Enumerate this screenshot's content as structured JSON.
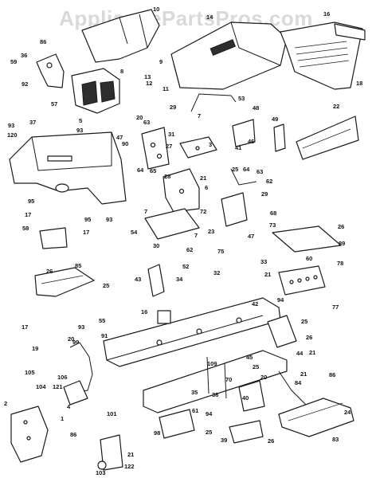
{
  "watermark": "AppliancePartsPros.com",
  "colors": {
    "ink": "#1b1b1b",
    "paper": "#ffffff",
    "watermark": "#bdbdbd"
  },
  "callouts": [
    {
      "id": "c10",
      "text": "10"
    },
    {
      "id": "c14",
      "text": "14"
    },
    {
      "id": "c16",
      "text": "16"
    },
    {
      "id": "c86a",
      "text": "86"
    },
    {
      "id": "c59",
      "text": "59"
    },
    {
      "id": "c36a",
      "text": "36"
    },
    {
      "id": "c92",
      "text": "92"
    },
    {
      "id": "c8a",
      "text": "8"
    },
    {
      "id": "c9",
      "text": "9"
    },
    {
      "id": "c18",
      "text": "18"
    },
    {
      "id": "c57",
      "text": "57"
    },
    {
      "id": "c13",
      "text": "13"
    },
    {
      "id": "c12",
      "text": "12"
    },
    {
      "id": "c11",
      "text": "11"
    },
    {
      "id": "c5",
      "text": "5"
    },
    {
      "id": "c53",
      "text": "53"
    },
    {
      "id": "c22",
      "text": "22"
    },
    {
      "id": "c48",
      "text": "48"
    },
    {
      "id": "c29",
      "text": "29"
    },
    {
      "id": "c7a",
      "text": "7"
    },
    {
      "id": "c93a",
      "text": "93"
    },
    {
      "id": "c37",
      "text": "37"
    },
    {
      "id": "c93b",
      "text": "93"
    },
    {
      "id": "c120",
      "text": "120"
    },
    {
      "id": "c47a",
      "text": "47"
    },
    {
      "id": "c90",
      "text": "90"
    },
    {
      "id": "c63",
      "text": "63"
    },
    {
      "id": "c20a",
      "text": "20"
    },
    {
      "id": "c31",
      "text": "31"
    },
    {
      "id": "c27",
      "text": "27"
    },
    {
      "id": "c3",
      "text": "3"
    },
    {
      "id": "c41",
      "text": "41"
    },
    {
      "id": "c46",
      "text": "46"
    },
    {
      "id": "c49",
      "text": "49"
    },
    {
      "id": "c64a",
      "text": "64"
    },
    {
      "id": "c65",
      "text": "65"
    },
    {
      "id": "c21a",
      "text": "21"
    },
    {
      "id": "c6",
      "text": "6"
    },
    {
      "id": "c25a",
      "text": "25"
    },
    {
      "id": "c64b",
      "text": "64"
    },
    {
      "id": "c63b",
      "text": "63"
    },
    {
      "id": "c62a",
      "text": "62"
    },
    {
      "id": "c28",
      "text": "28"
    },
    {
      "id": "c95a",
      "text": "95"
    },
    {
      "id": "c72",
      "text": "72"
    },
    {
      "id": "c29b",
      "text": "29"
    },
    {
      "id": "c68",
      "text": "68"
    },
    {
      "id": "c17a",
      "text": "17"
    },
    {
      "id": "c95b",
      "text": "95"
    },
    {
      "id": "c93c",
      "text": "93"
    },
    {
      "id": "c7b",
      "text": "7"
    },
    {
      "id": "c73",
      "text": "73"
    },
    {
      "id": "c26a",
      "text": "26"
    },
    {
      "id": "c58",
      "text": "58"
    },
    {
      "id": "c17b",
      "text": "17"
    },
    {
      "id": "c23",
      "text": "23"
    },
    {
      "id": "c54",
      "text": "54"
    },
    {
      "id": "c7c",
      "text": "7"
    },
    {
      "id": "c47b",
      "text": "47"
    },
    {
      "id": "c89",
      "text": "89"
    },
    {
      "id": "c30",
      "text": "30"
    },
    {
      "id": "c62b",
      "text": "62"
    },
    {
      "id": "c75",
      "text": "75"
    },
    {
      "id": "c78",
      "text": "78"
    },
    {
      "id": "c26b",
      "text": "26"
    },
    {
      "id": "c85",
      "text": "85"
    },
    {
      "id": "c60",
      "text": "60"
    },
    {
      "id": "c33",
      "text": "33"
    },
    {
      "id": "c52",
      "text": "52"
    },
    {
      "id": "c43",
      "text": "43"
    },
    {
      "id": "c32",
      "text": "32"
    },
    {
      "id": "c21b",
      "text": "21"
    },
    {
      "id": "c34",
      "text": "34"
    },
    {
      "id": "c25b",
      "text": "25"
    },
    {
      "id": "c94a",
      "text": "94"
    },
    {
      "id": "c77",
      "text": "77"
    },
    {
      "id": "c55",
      "text": "55"
    },
    {
      "id": "c42",
      "text": "42"
    },
    {
      "id": "c17c",
      "text": "17"
    },
    {
      "id": "c16b",
      "text": "16"
    },
    {
      "id": "c25c",
      "text": "25"
    },
    {
      "id": "c93d",
      "text": "93"
    },
    {
      "id": "c19",
      "text": "19"
    },
    {
      "id": "c20b",
      "text": "20"
    },
    {
      "id": "c91",
      "text": "91"
    },
    {
      "id": "c26c",
      "text": "26"
    },
    {
      "id": "c44",
      "text": "44"
    },
    {
      "id": "c21c",
      "text": "21"
    },
    {
      "id": "c45",
      "text": "45"
    },
    {
      "id": "c25d",
      "text": "25"
    },
    {
      "id": "c109",
      "text": "109"
    },
    {
      "id": "c20c",
      "text": "20"
    },
    {
      "id": "c99",
      "text": "99"
    },
    {
      "id": "c105",
      "text": "105"
    },
    {
      "id": "c106",
      "text": "106"
    },
    {
      "id": "c70",
      "text": "70"
    },
    {
      "id": "c21d",
      "text": "21"
    },
    {
      "id": "c104",
      "text": "104"
    },
    {
      "id": "c121",
      "text": "121"
    },
    {
      "id": "c40",
      "text": "40"
    },
    {
      "id": "c84",
      "text": "84"
    },
    {
      "id": "c86b",
      "text": "86"
    },
    {
      "id": "c35",
      "text": "35"
    },
    {
      "id": "c38",
      "text": "38"
    },
    {
      "id": "c2",
      "text": "2"
    },
    {
      "id": "c4",
      "text": "4"
    },
    {
      "id": "c1",
      "text": "1"
    },
    {
      "id": "c24",
      "text": "24"
    },
    {
      "id": "c101",
      "text": "101"
    },
    {
      "id": "c61",
      "text": "61"
    },
    {
      "id": "c86c",
      "text": "86"
    },
    {
      "id": "c94b",
      "text": "94"
    },
    {
      "id": "c25e",
      "text": "25"
    },
    {
      "id": "c98",
      "text": "98"
    },
    {
      "id": "c39",
      "text": "39"
    },
    {
      "id": "c26d",
      "text": "26"
    },
    {
      "id": "c83",
      "text": "83"
    },
    {
      "id": "c21e",
      "text": "21"
    },
    {
      "id": "c122",
      "text": "122"
    },
    {
      "id": "c103",
      "text": "103"
    }
  ]
}
